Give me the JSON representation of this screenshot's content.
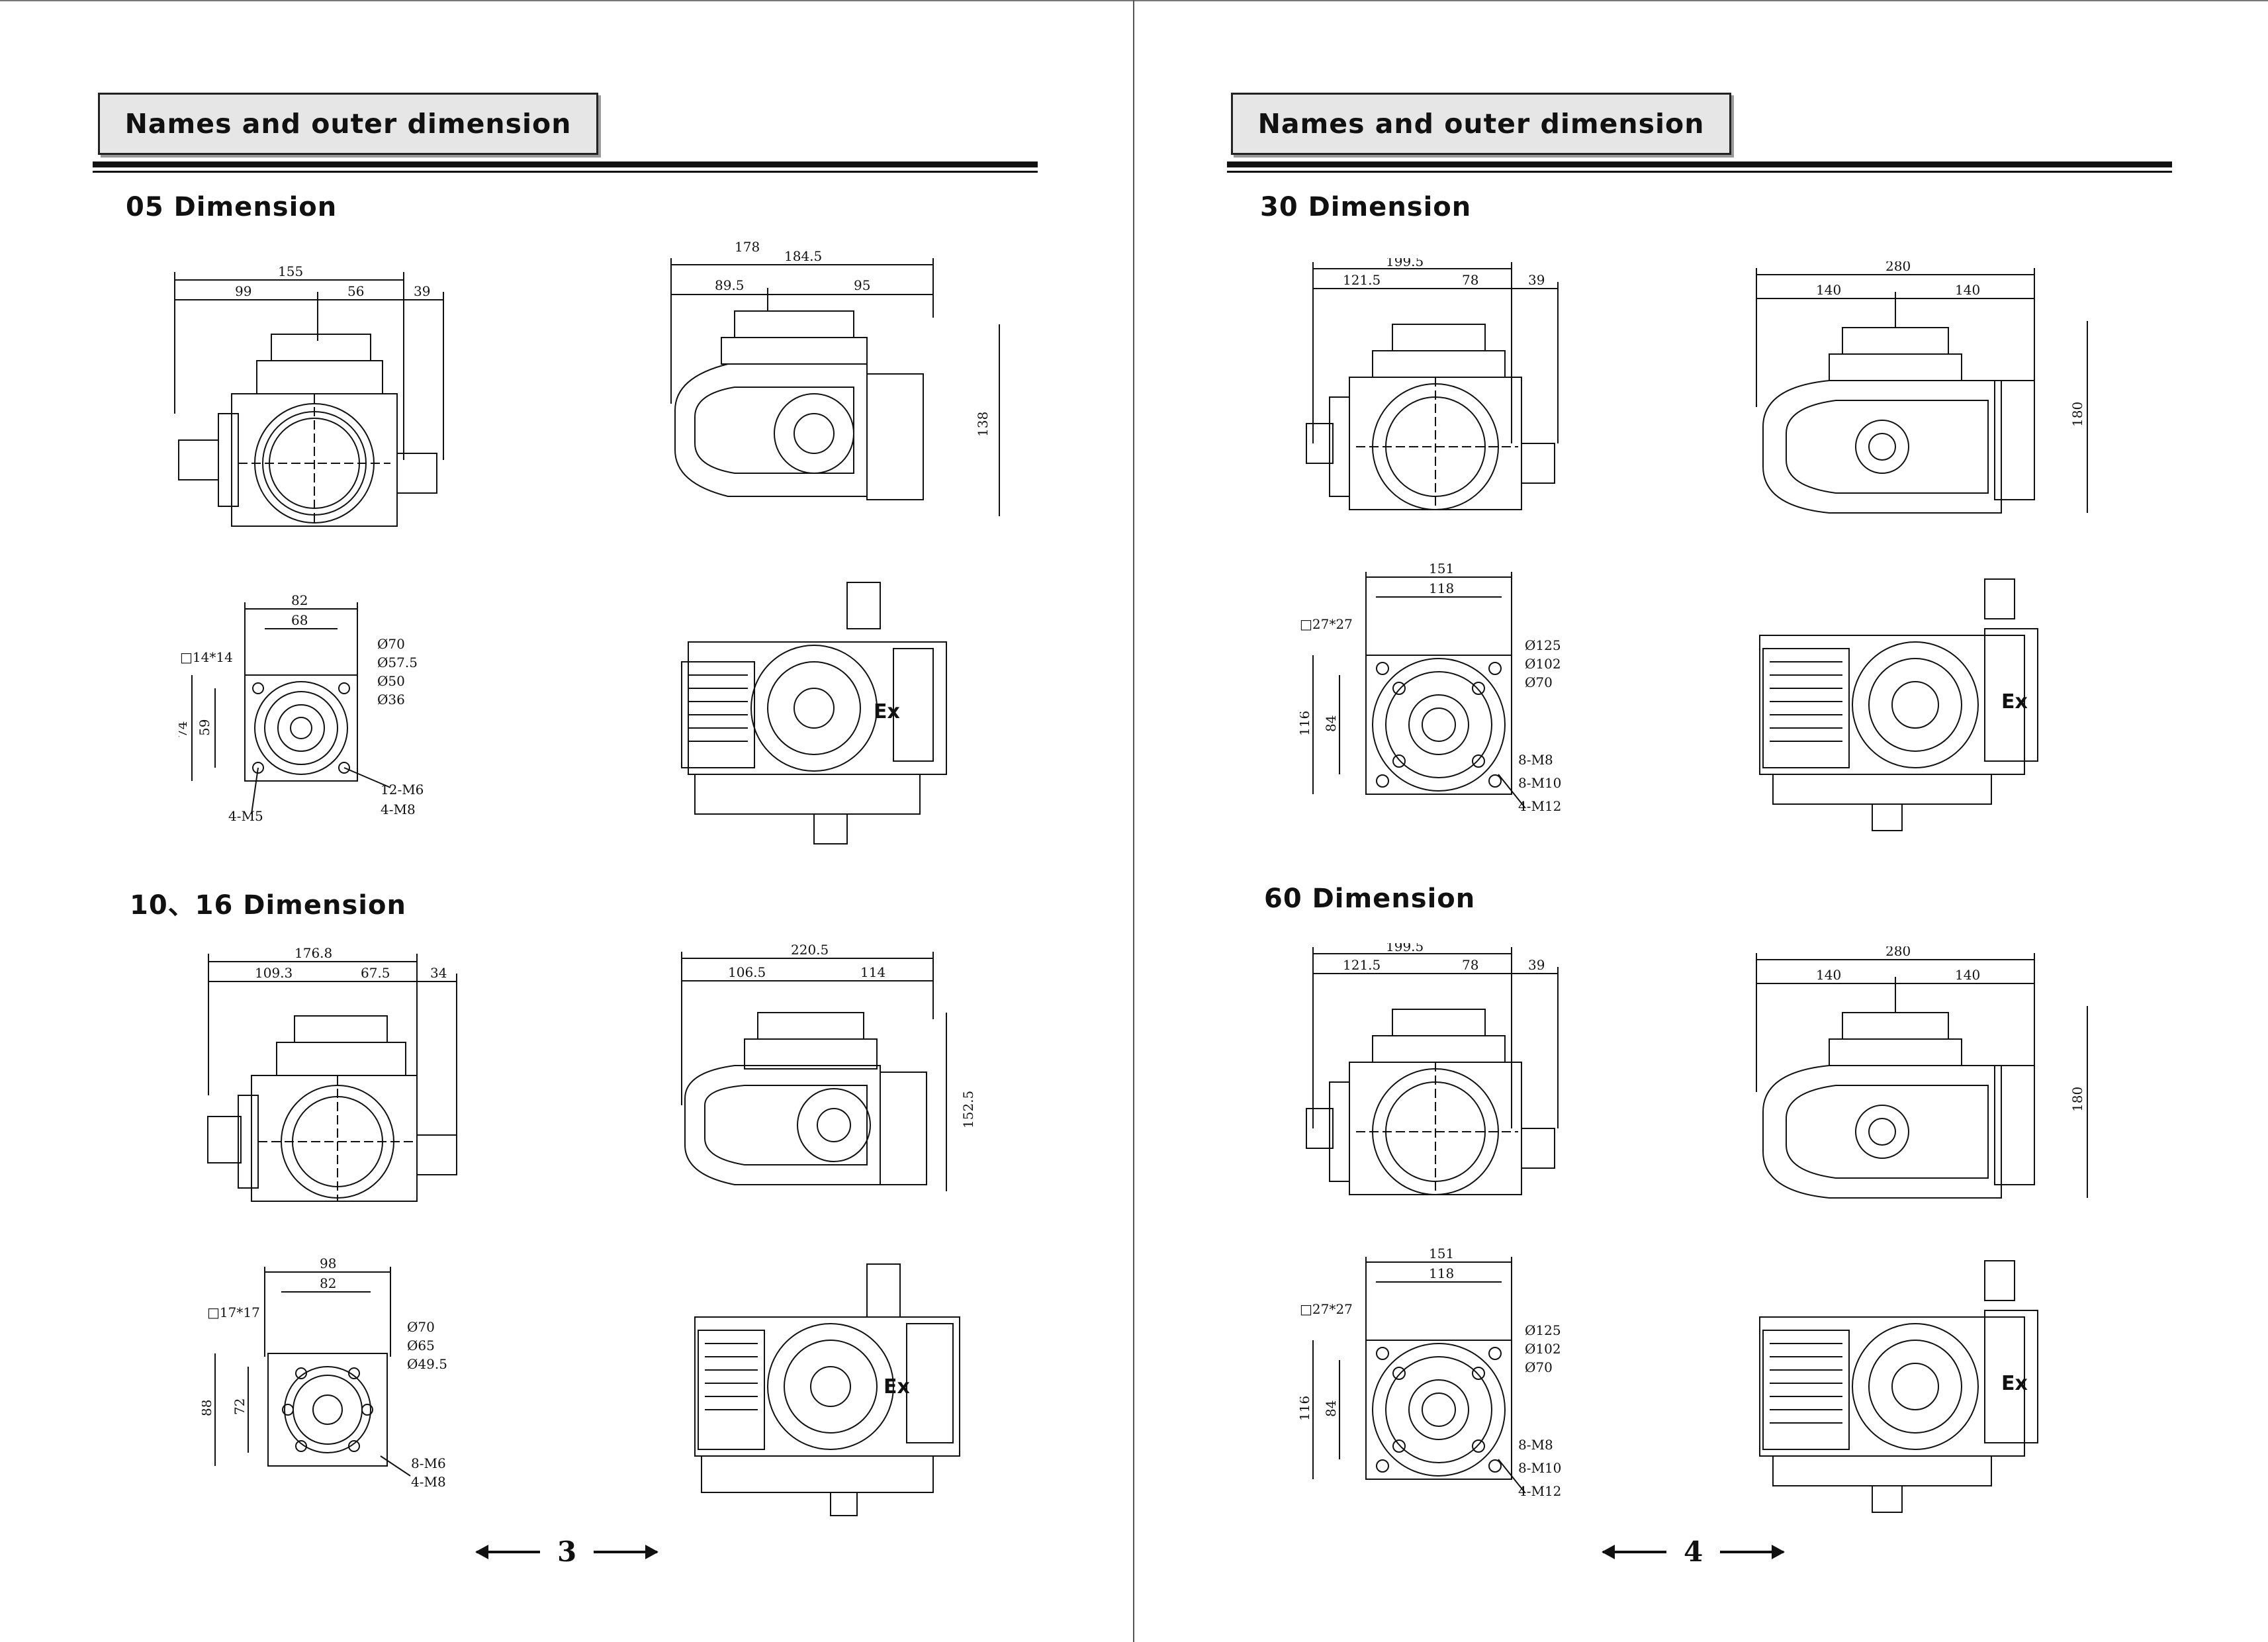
{
  "header_title": "Names and outer dimension",
  "left_page": {
    "sections": [
      {
        "title": "05 Dimension",
        "front": {
          "overall": "155",
          "a": "99",
          "b": "56",
          "c": "39"
        },
        "side": {
          "overall": "184.5",
          "top": "178",
          "a": "89.5",
          "b": "95",
          "height": "138"
        },
        "flange": {
          "w1": "82",
          "w2": "68",
          "square": "□14*14",
          "h1": "74",
          "h2": "59",
          "d1": "Ø70",
          "d2": "Ø57.5",
          "d3": "Ø50",
          "d4": "Ø36",
          "t1": "12-M6",
          "t2": "4-M8",
          "t3": "4-M5"
        }
      },
      {
        "title": "10、16  Dimension",
        "front": {
          "overall": "176.8",
          "a": "109.3",
          "b": "67.5",
          "c": "34"
        },
        "side": {
          "overall": "220.5",
          "a": "106.5",
          "b": "114",
          "height": "152.5"
        },
        "flange": {
          "w1": "98",
          "w2": "82",
          "square": "□17*17",
          "h1": "88",
          "h2": "72",
          "d1": "Ø70",
          "d2": "Ø65",
          "d3": "Ø49.5",
          "t1": "8-M6",
          "t2": "4-M8"
        }
      }
    ],
    "page_number": "3"
  },
  "right_page": {
    "sections": [
      {
        "title": "30  Dimension",
        "front": {
          "overall": "199.5",
          "a": "121.5",
          "b": "78",
          "c": "39"
        },
        "side": {
          "overall": "280",
          "a": "140",
          "b": "140",
          "height": "180"
        },
        "flange": {
          "w1": "151",
          "w2": "118",
          "square": "□27*27",
          "h1": "116",
          "h2": "84",
          "d1": "Ø125",
          "d2": "Ø102",
          "d3": "Ø70",
          "t1": "8-M8",
          "t2": "8-M10",
          "t3": "4-M12"
        }
      },
      {
        "title": "60 Dimension",
        "front": {
          "overall": "199.5",
          "a": "121.5",
          "b": "78",
          "c": "39"
        },
        "side": {
          "overall": "280",
          "a": "140",
          "b": "140",
          "height": "180"
        },
        "flange": {
          "w1": "151",
          "w2": "118",
          "square": "□27*27",
          "h1": "116",
          "h2": "84",
          "d1": "Ø125",
          "d2": "Ø102",
          "d3": "Ø70",
          "t1": "8-M8",
          "t2": "8-M10",
          "t3": "4-M12"
        }
      }
    ],
    "page_number": "4"
  },
  "ex_mark": "Ex",
  "colors": {
    "ink": "#111111",
    "header_fill": "#e6e6e6"
  }
}
